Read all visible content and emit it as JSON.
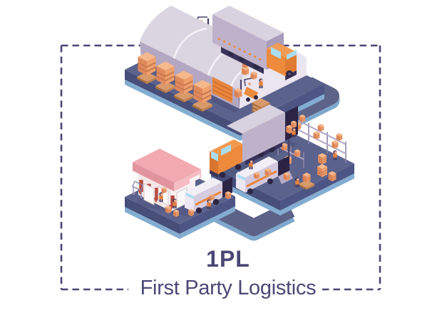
{
  "labels": {
    "title": "1PL",
    "subtitle": "First Party Logistics"
  },
  "palette": {
    "ink": "#4a4775",
    "background": "#ffffff",
    "platform": "#5b628c",
    "platform_side": "#474e7a",
    "platform_rim": "#83acd1",
    "road": "#5d6288",
    "road_side": "#7fa8cc",
    "lane_dash": "#e2dfec",
    "orange": "#ee8a3c",
    "orange_dark": "#d8732f",
    "box_orange": "#f0a06d",
    "box_line": "#c97a52",
    "lavender_light": "#d9d2e0",
    "lavender": "#beb2cb",
    "lavender_dark": "#a89cba",
    "warehouse_roof": "#dbd4e1",
    "warehouse_gable": "#ebe5f0",
    "window_blue": "#aadcf0",
    "store_pink": "#f2a9b0",
    "store_pink_dark": "#e2949e",
    "store_pink_light": "#f5bcc2",
    "awning_red": "#b64a3f",
    "cargo_dark": "#2c2444",
    "worker_shirt": "#e8823f",
    "worker_pants": "#454066",
    "worker_skin": "#efae8d"
  },
  "scene": {
    "warehouse_area": [
      "warehouse",
      "cargo-truck",
      "forklift",
      "pallet-stacks",
      "workers"
    ],
    "distribution_area": [
      "box-truck",
      "storage-racks",
      "delivery-van",
      "pallet-jack",
      "boxes",
      "workers"
    ],
    "store_area": [
      "retail-store",
      "delivery-van",
      "shopping-cart",
      "boxes",
      "workers"
    ],
    "roads": [
      "warehouse-to-distribution",
      "distribution-to-store"
    ]
  }
}
